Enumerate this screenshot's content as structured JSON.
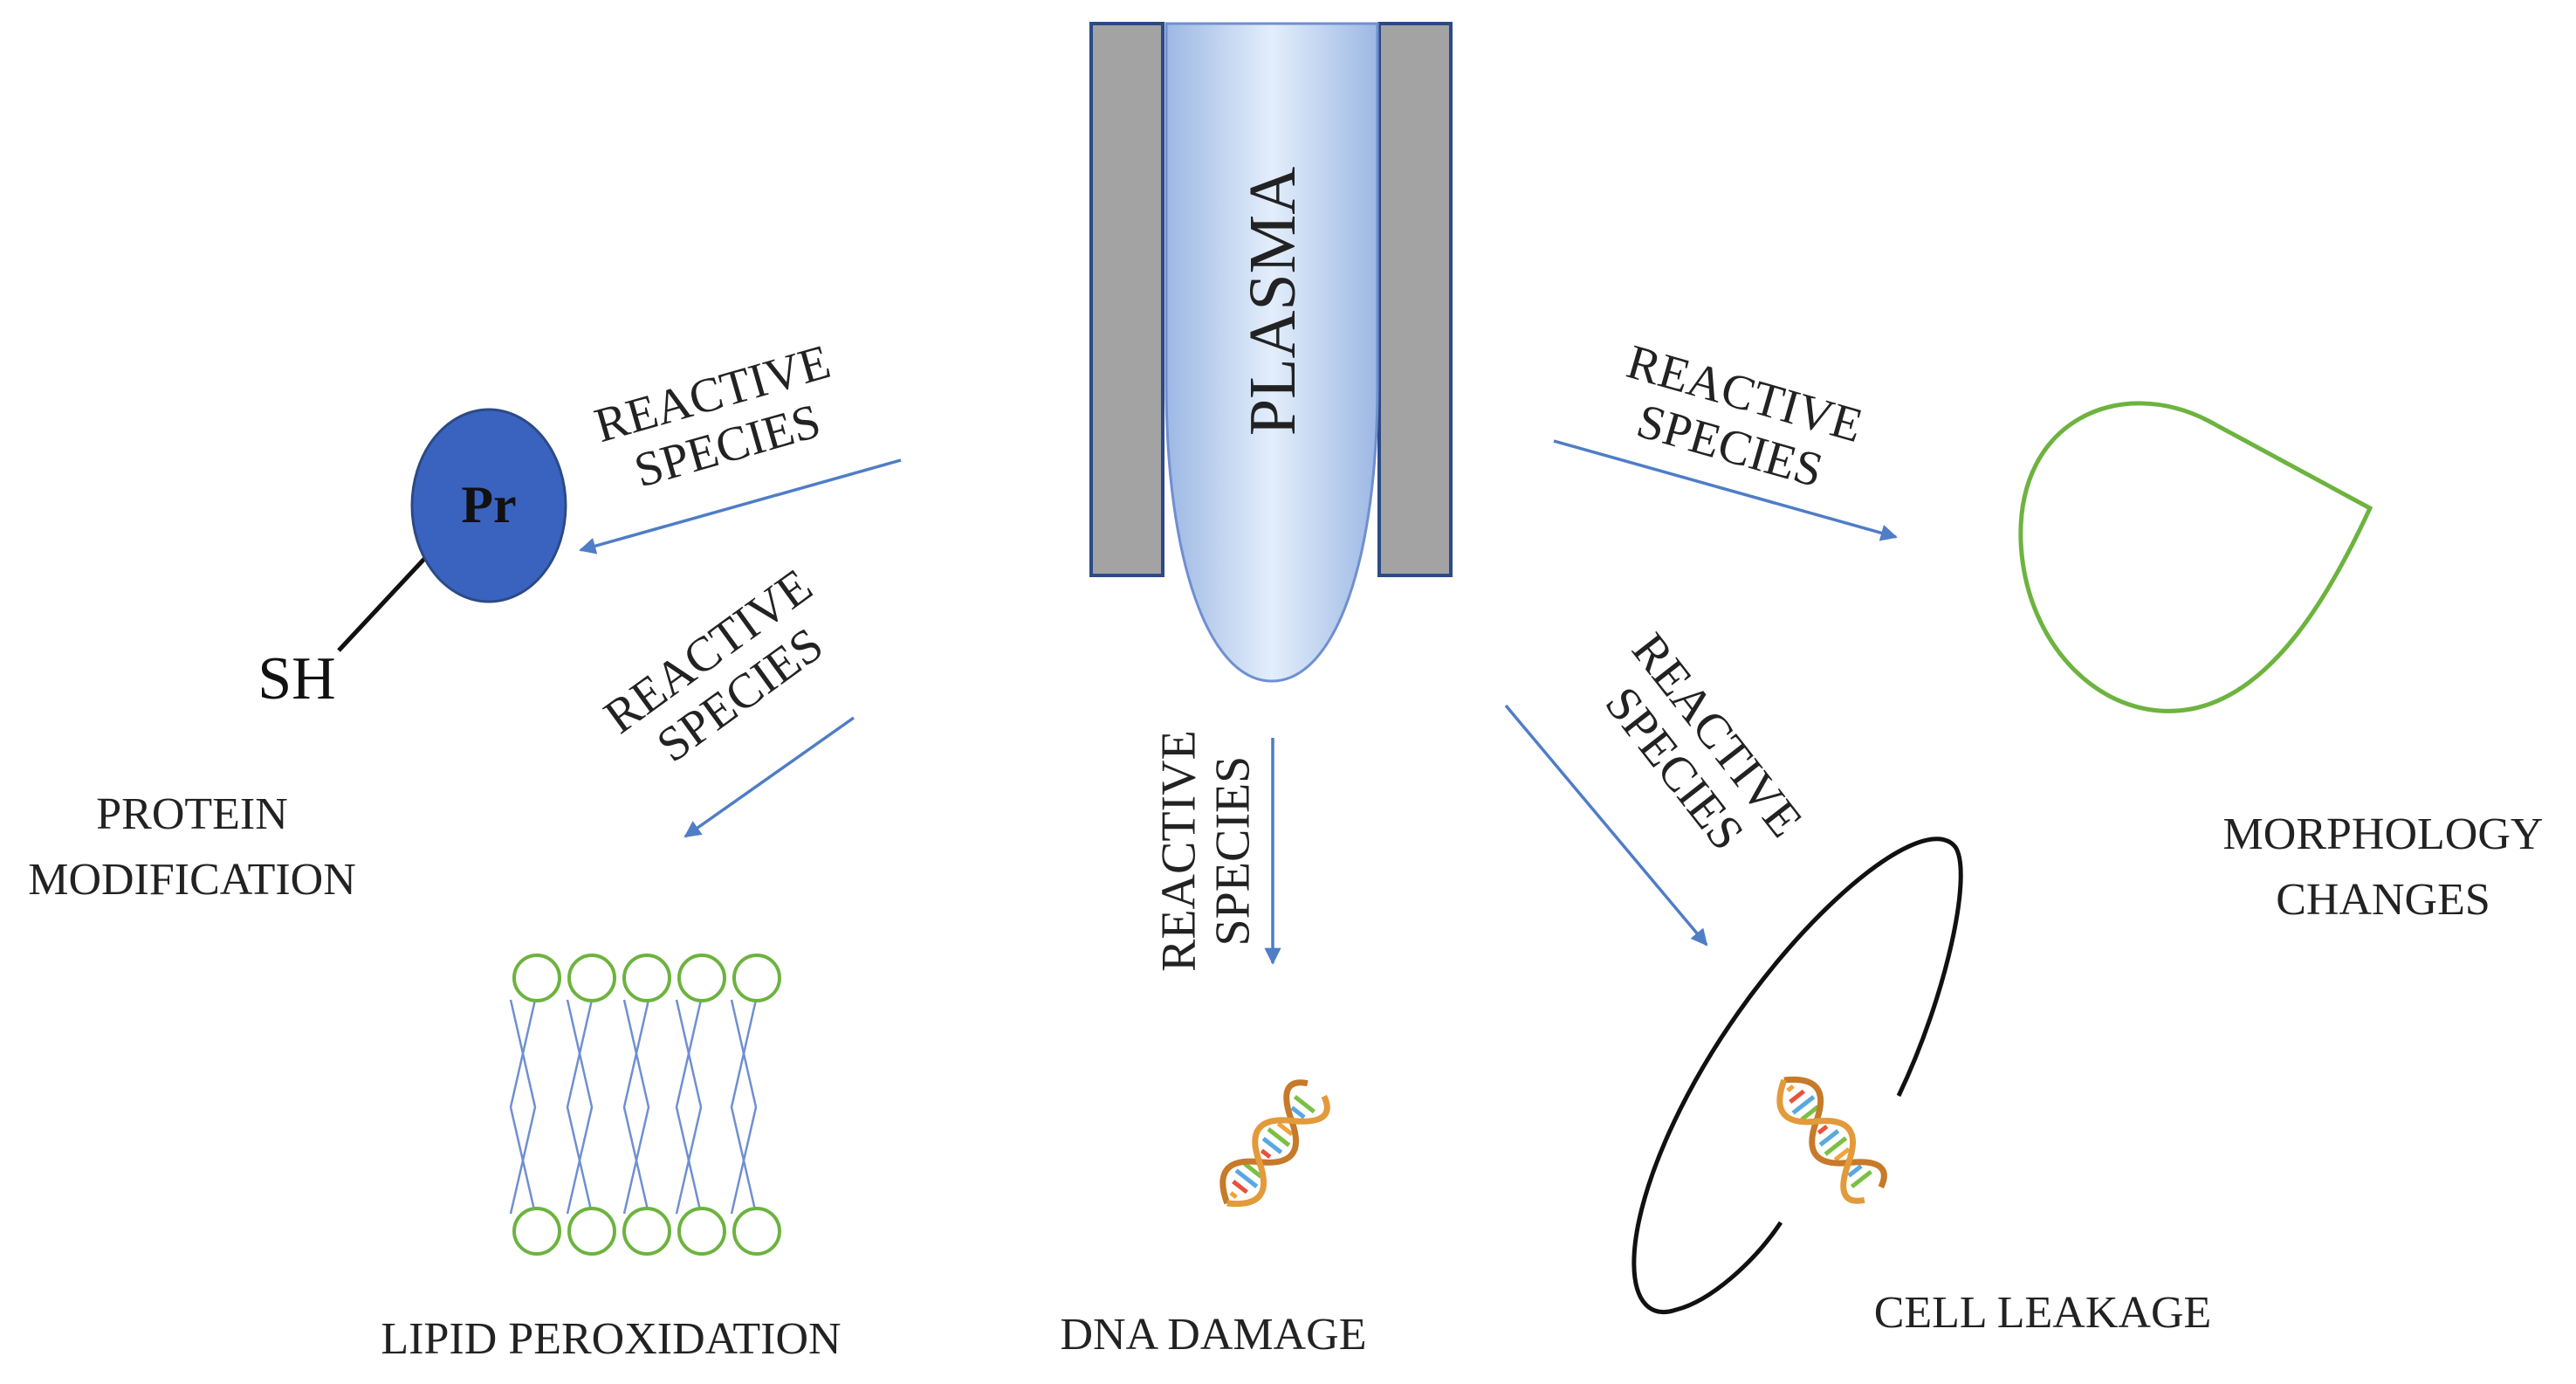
{
  "labels": {
    "plasma": "PLASMA",
    "protein": "Pr",
    "thiol": "SH",
    "reactive": "REACTIVE",
    "species": "SPECIES"
  },
  "outcomes": {
    "protein_modification": {
      "line1": "PROTEIN",
      "line2": "MODIFICATION"
    },
    "lipid_peroxidation": "LIPID PEROXIDATION",
    "dna_damage": "DNA DAMAGE",
    "cell_leakage": "CELL LEAKAGE",
    "morphology_changes": {
      "line1": "MORPHOLOGY",
      "line2": "CHANGES"
    }
  },
  "colors": {
    "plasma_light": "#dce8f8",
    "plasma_mid": "#a9c3ea",
    "electrode": "#a3a3a3",
    "electrode_border": "#2c4a86",
    "protein": "#3a63c0",
    "arrow": "#4f7dc6",
    "lipid_head": "#6db33f",
    "lipid_tail": "#6f8fd0",
    "morphology_outline": "#6db33f",
    "cell_outline": "#111111",
    "text": "#222222"
  }
}
